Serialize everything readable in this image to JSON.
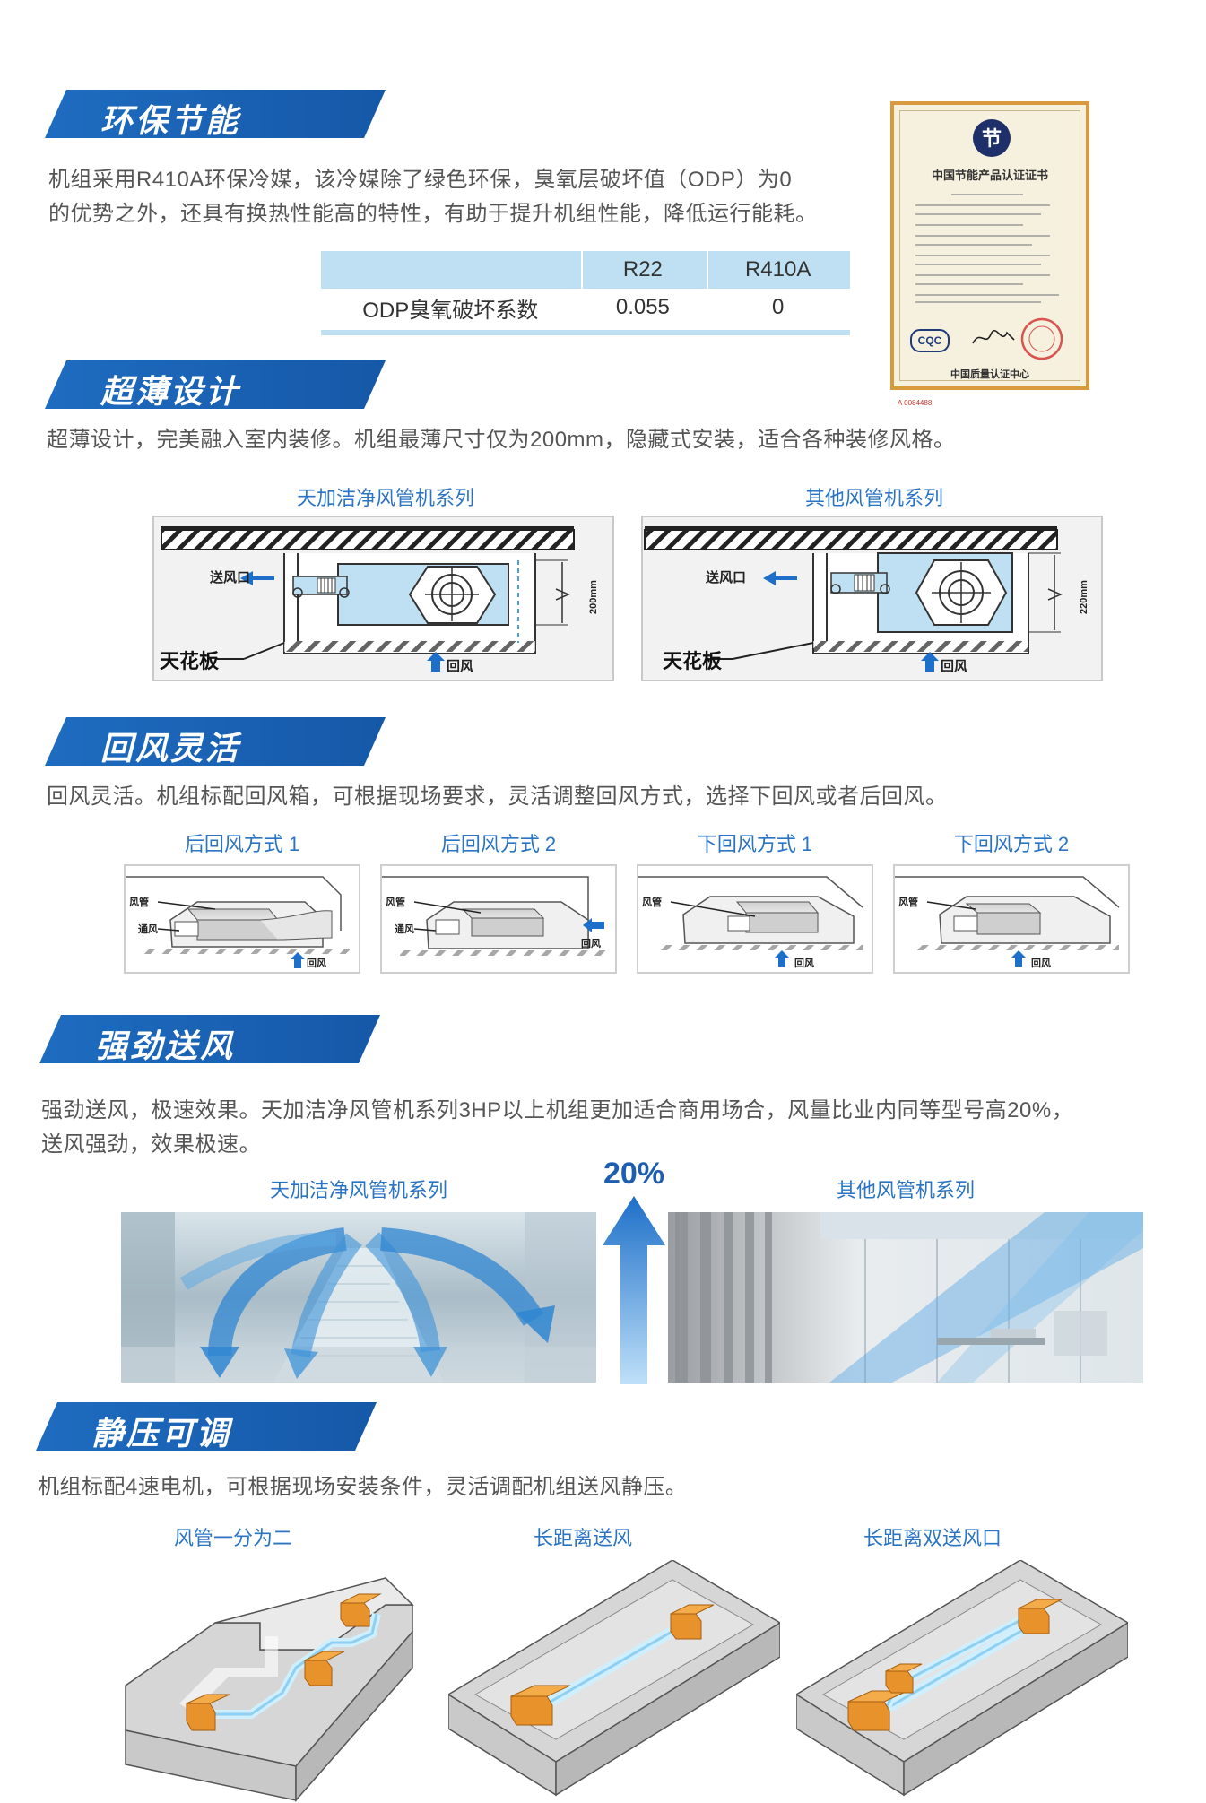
{
  "colors": {
    "banner_blue": "#1c5fb0",
    "caption_blue": "#2a74c4",
    "unit_light_blue": "#bfe0f2"
  },
  "sec1": {
    "title": "环保节能",
    "para_line1": "机组采用R410A环保冷媒，该冷媒除了绿色环保，臭氧层破坏值（ODP）为0",
    "para_line2": "的优势之外，还具有换热性能高的特性，有助于提升机组性能，降低运行能耗。",
    "table": {
      "headers": [
        "",
        "R22",
        "R410A"
      ],
      "rows": [
        [
          "ODP臭氧破坏系数",
          "0.055",
          "0"
        ]
      ]
    },
    "certificate": {
      "title": "中国节能产品认证证书",
      "issuer": "中国质量认证中心",
      "logo_text": "CQC",
      "serial": "A  0084488"
    }
  },
  "sec2": {
    "title": "超薄设计",
    "para": "超薄设计，完美融入室内装修。机组最薄尺寸仅为200mm，隐藏式安装，适合各种装修风格。",
    "diagrams": [
      {
        "caption": "天加洁净风管机系列",
        "supply": "送风口",
        "ceiling": "天花板",
        "return": "回风",
        "dim": "200mm"
      },
      {
        "caption": "其他风管机系列",
        "supply": "送风口",
        "ceiling": "天花板",
        "return": "回风",
        "dim": "220mm"
      }
    ]
  },
  "sec3": {
    "title": "回风灵活",
    "para": "回风灵活。机组标配回风箱，可根据现场要求，灵活调整回风方式，选择下回风或者后回风。",
    "modes": [
      {
        "caption": "后回风方式 1",
        "duct": "风管",
        "vent": "通风",
        "return": "回风"
      },
      {
        "caption": "后回风方式 2",
        "duct": "风管",
        "vent": "通风",
        "return": "回风"
      },
      {
        "caption": "下回风方式 1",
        "duct": "风管",
        "return": "回风"
      },
      {
        "caption": "下回风方式 2",
        "duct": "风管",
        "return": "回风"
      }
    ]
  },
  "sec4": {
    "title": "强劲送风",
    "para_line1": "强劲送风，极速效果。天加洁净风管机系列3HP以上机组更加适合商用场合，风量比业内同等型号高20%，",
    "para_line2": "送风强劲，效果极速。",
    "left_caption": "天加洁净风管机系列",
    "right_caption": "其他风管机系列",
    "percent": "20%"
  },
  "sec5": {
    "title": "静压可调",
    "para": "机组标配4速电机，可根据现场安装条件，灵活调配机组送风静压。",
    "captions": [
      "风管一分为二",
      "长距离送风",
      "长距离双送风口"
    ]
  }
}
